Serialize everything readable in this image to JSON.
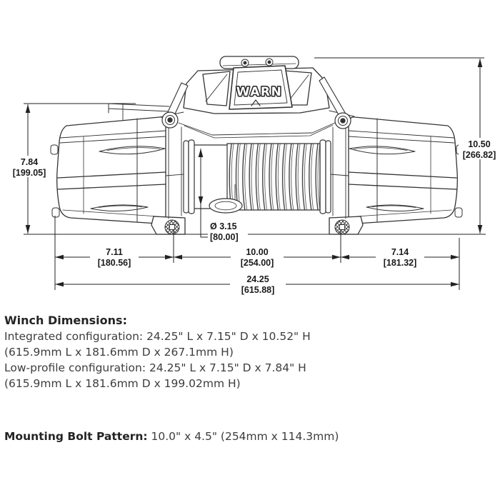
{
  "diagram": {
    "name": "warn-winch-dimension-drawing",
    "brand": "WARN",
    "line_color": "#333333",
    "labels": {
      "height_low_profile": {
        "inches": "7.84",
        "mm": "[199.05]"
      },
      "height_integrated": {
        "inches": "10.50",
        "mm": "[266.82]"
      },
      "length_left_section": {
        "inches": "7.11",
        "mm": "[180.56]"
      },
      "bolt_pattern_span": {
        "inches": "10.00",
        "mm": "[254.00]"
      },
      "length_right_section": {
        "inches": "7.14",
        "mm": "[181.32]"
      },
      "length_overall": {
        "inches": "24.25",
        "mm": "[615.88]"
      },
      "drum_diameter": {
        "inches": "Ø 3.15",
        "mm": "[80.00]"
      }
    }
  },
  "specs": {
    "heading": "Winch Dimensions:",
    "integrated": "Integrated configuration: 24.25\" L x 7.15\" D x 10.52\" H",
    "integrated_metric": "(615.9mm L x 181.6mm D x 267.1mm H)",
    "low_profile": "Low-profile configuration: 24.25\" L x 7.15\" D x 7.84\" H",
    "low_profile_metric": "(615.9mm L x 181.6mm D x 199.02mm H)",
    "bolt_label": "Mounting Bolt Pattern:",
    "bolt_value": "10.0\" x 4.5\" (254mm x 114.3mm)"
  }
}
